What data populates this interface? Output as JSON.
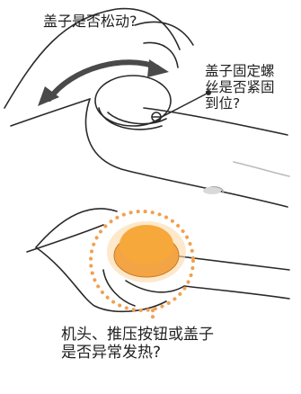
{
  "labels": {
    "cap_loose": "盖子是否松动?",
    "screw_tight": [
      "盖子固定螺",
      "丝是否紧固",
      "到位?"
    ],
    "heat_check": [
      "机头、推压按钮或盖子",
      "是否异常发热?"
    ]
  },
  "colors": {
    "outline": "#2a2a2a",
    "arrow": "#4a4a4a",
    "highlight_dots": "#f0a050",
    "button_fill": "#f3a545",
    "button_top": "#f7a83a"
  }
}
